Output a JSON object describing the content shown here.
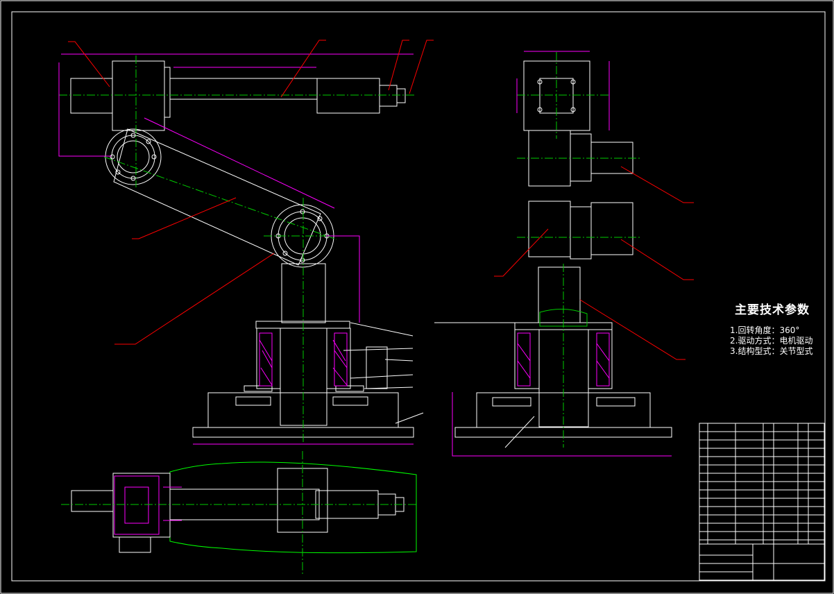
{
  "tech_params": {
    "title": "主要技术参数",
    "items": [
      "1.回转角度：360°",
      "2.驱动方式：电机驱动",
      "3.结构型式：关节型式"
    ]
  },
  "colors": {
    "background": "#000000",
    "outline": "#ffffff",
    "centerline": "#00cc00",
    "dimension": "#ff00ff",
    "leader": "#ff0000",
    "envelope": "#00ff00",
    "hatch": "#ff00ff",
    "notes": "#ff00ff"
  }
}
